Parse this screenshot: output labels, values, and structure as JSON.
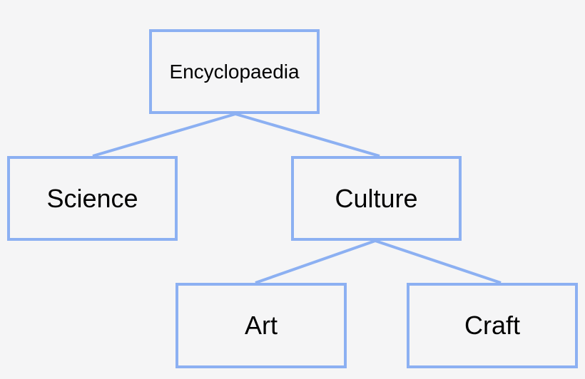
{
  "diagram": {
    "type": "tree",
    "nodes": [
      {
        "id": "encyclopaedia",
        "label": "Encyclopaedia"
      },
      {
        "id": "science",
        "label": "Science"
      },
      {
        "id": "culture",
        "label": "Culture"
      },
      {
        "id": "art",
        "label": "Art"
      },
      {
        "id": "craft",
        "label": "Craft"
      }
    ],
    "edges": [
      {
        "from": "encyclopaedia",
        "to": "science"
      },
      {
        "from": "encyclopaedia",
        "to": "culture"
      },
      {
        "from": "culture",
        "to": "art"
      },
      {
        "from": "culture",
        "to": "craft"
      }
    ]
  },
  "colors": {
    "background": "#f5f5f6",
    "node_border": "#8cb0f2",
    "connector": "#8cb0f2",
    "text": "#000000"
  }
}
